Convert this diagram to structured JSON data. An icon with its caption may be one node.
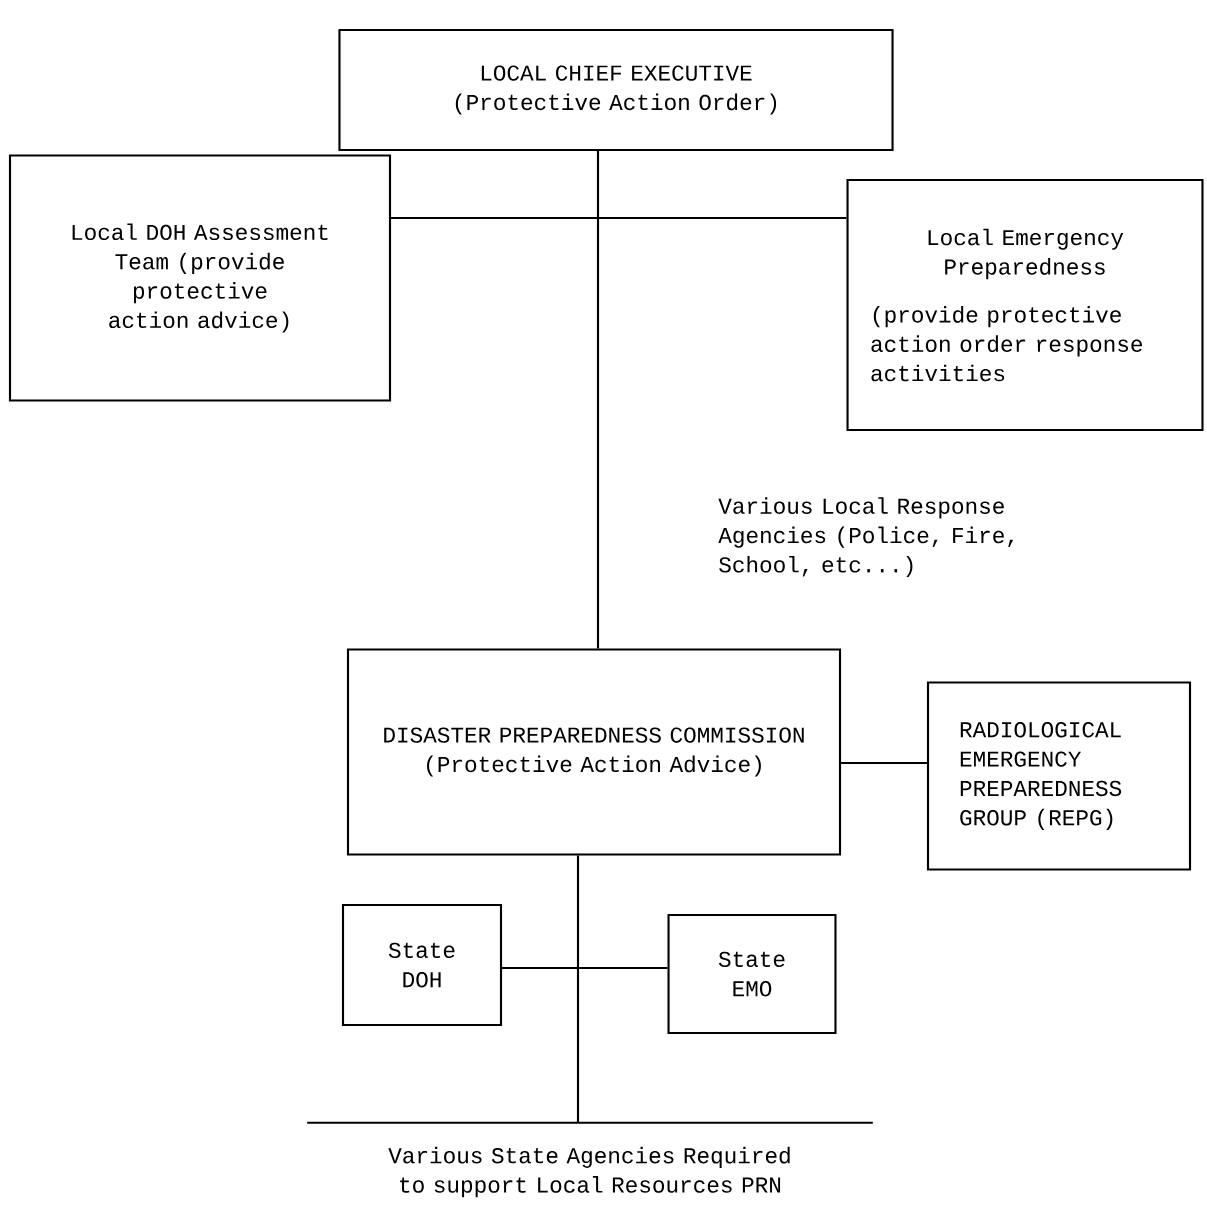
{
  "diagram": {
    "nodes": [
      {
        "text": [
          "LOCAL CHIEF EXECUTIVE (Protective Action Order)"
        ]
      },
      {
        "text": [
          "Local DOH Assessment Team (provide protective action advice)"
        ]
      },
      {
        "text": [
          "Local Emergency Preparedness",
          "(provide protective action order response activities"
        ]
      },
      {
        "text": [
          "DISASTER PREPAREDNESS COMMISSION",
          "(Protective Action Advice)"
        ]
      },
      {
        "text": [
          "RADIOLOGICAL EMERGENCY PREPAREDNESS GROUP (REPG)"
        ]
      },
      {
        "text": [
          "State DOH"
        ]
      },
      {
        "text": [
          "State EMO"
        ]
      },
      {
        "text": [
          "Various State Agencies Required to support Local Resources PRN"
        ]
      }
    ],
    "edges": [
      {
        "from": 1,
        "to": 2,
        "arrow": "none"
      },
      {
        "from": 0,
        "to": 3,
        "arrow": "none"
      },
      {
        "from": 3,
        "to": 4,
        "arrow": "none"
      },
      {
        "from": 5,
        "to": 6,
        "arrow": "none"
      },
      {
        "from": 3,
        "to": 7,
        "arrow": "none"
      }
    ],
    "labels": [
      "Various Local Response Agencies (Police, Fire, School, etc...)"
    ]
  }
}
